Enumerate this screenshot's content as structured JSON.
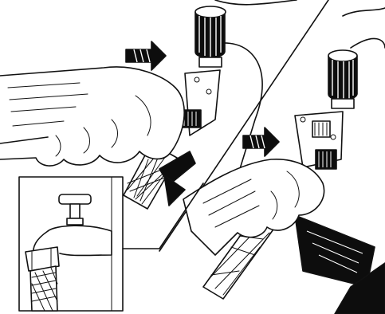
{
  "illustration": {
    "panels": [
      "connect-hose-to-pressure-washer-inlet",
      "tighten-hose-coupling",
      "water-tap-inset"
    ],
    "colors": {
      "ink": "#111111",
      "background": "#ffffff",
      "rubber": "#0d0d0d"
    },
    "icons": [
      "direction-arrow-icon",
      "direction-arrow-icon"
    ]
  }
}
